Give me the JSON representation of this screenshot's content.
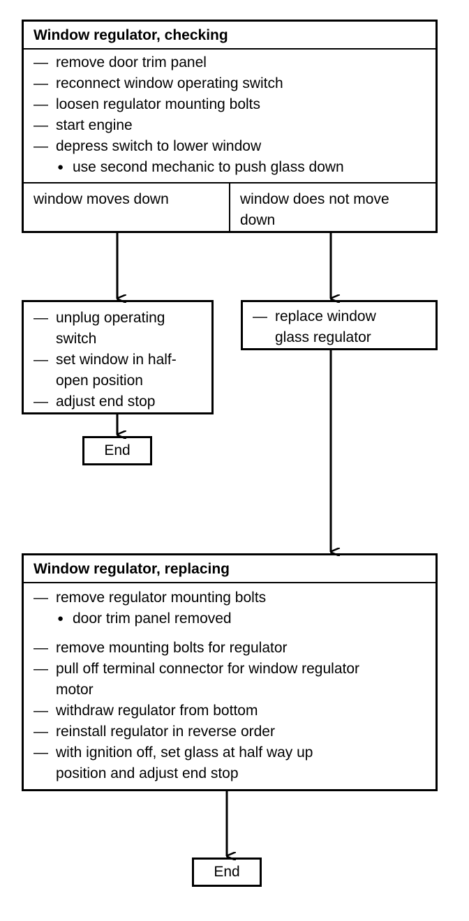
{
  "checking": {
    "title": "Window regulator, checking",
    "steps": [
      {
        "type": "dash",
        "text": "remove door trim panel"
      },
      {
        "type": "dash",
        "text": "reconnect window operating switch"
      },
      {
        "type": "dash",
        "text": "loosen regulator mounting bolts"
      },
      {
        "type": "dash",
        "text": "start engine"
      },
      {
        "type": "dash",
        "text": "depress switch to lower window"
      },
      {
        "type": "bullet",
        "text": "use second mechanic to push glass down"
      }
    ],
    "branch_left": "window moves down",
    "branch_right_1": "window does not move",
    "branch_right_2": "down"
  },
  "left_action": {
    "lines": [
      {
        "type": "dash",
        "text": "unplug operating"
      },
      {
        "type": "cont",
        "text": "switch"
      },
      {
        "type": "dash",
        "text": "set window in half-"
      },
      {
        "type": "cont",
        "text": "open position"
      },
      {
        "type": "dash",
        "text": "adjust end stop"
      }
    ]
  },
  "right_action": {
    "lines": [
      {
        "type": "dash",
        "text": "replace window"
      },
      {
        "type": "cont",
        "text": "glass regulator"
      }
    ]
  },
  "end_left": "End",
  "replacing": {
    "title": "Window regulator, replacing",
    "steps": [
      {
        "type": "dash",
        "text": "remove regulator mounting bolts"
      },
      {
        "type": "bullet",
        "text": "door trim panel removed"
      },
      {
        "type": "gap",
        "text": ""
      },
      {
        "type": "dash",
        "text": "remove mounting bolts for regulator"
      },
      {
        "type": "dash",
        "text": "pull off terminal connector for window regulator"
      },
      {
        "type": "cont",
        "text": "motor"
      },
      {
        "type": "dash",
        "text": "withdraw regulator from bottom"
      },
      {
        "type": "dash",
        "text": "reinstall regulator in reverse order"
      },
      {
        "type": "dash",
        "text": "with ignition off, set glass at half way up"
      },
      {
        "type": "cont",
        "text": "position and adjust end stop"
      }
    ]
  },
  "end_bottom": "End",
  "glyphs": {
    "dash": "—",
    "bullet": "●"
  }
}
